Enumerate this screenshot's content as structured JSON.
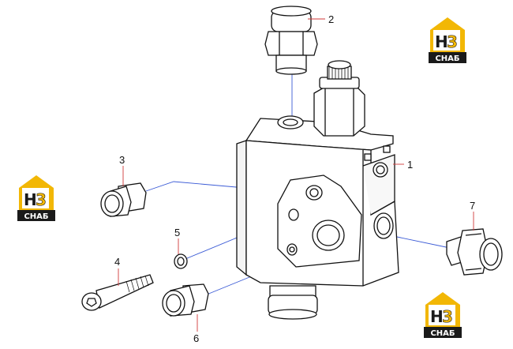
{
  "callouts": [
    {
      "id": "1",
      "label": "1"
    },
    {
      "id": "2",
      "label": "2"
    },
    {
      "id": "3",
      "label": "3"
    },
    {
      "id": "4",
      "label": "4"
    },
    {
      "id": "5",
      "label": "5"
    },
    {
      "id": "6",
      "label": "6"
    },
    {
      "id": "7",
      "label": "7"
    }
  ],
  "watermark": {
    "mark": "H3",
    "word": "CHAБ",
    "colors": {
      "roof": "#f2b705",
      "ink": "#1a1a1a",
      "paper": "#ffffff"
    }
  },
  "colors": {
    "line": "#111111",
    "leader": "#3b5bd6",
    "callout_leader": "#d23a3a"
  }
}
